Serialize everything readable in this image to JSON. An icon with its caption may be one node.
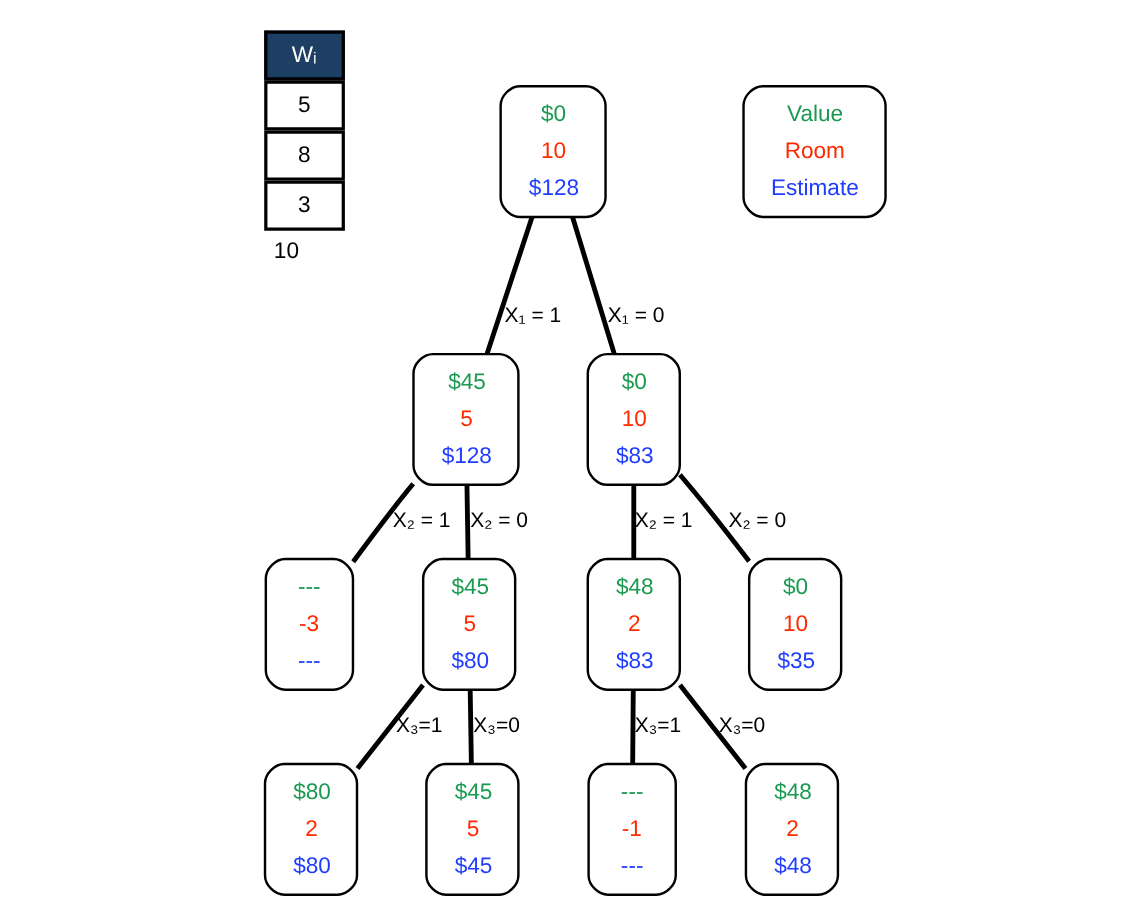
{
  "diagram": {
    "nodes": [
      {
        "text": [
          "$0",
          "10",
          "$128"
        ]
      },
      {
        "text": [
          "$45",
          "5",
          "$128"
        ]
      },
      {
        "text": [
          "$0",
          "10",
          "$83"
        ]
      },
      {
        "text": [
          "---",
          "-3",
          "---"
        ]
      },
      {
        "text": [
          "$45",
          "5",
          "$80"
        ]
      },
      {
        "text": [
          "$48",
          "2",
          "$83"
        ]
      },
      {
        "text": [
          "$0",
          "10",
          "$35"
        ]
      },
      {
        "text": [
          "$80",
          "2",
          "$80"
        ]
      },
      {
        "text": [
          "$45",
          "5",
          "$45"
        ]
      },
      {
        "text": [
          "---",
          "-1",
          "---"
        ]
      },
      {
        "text": [
          "$48",
          "2",
          "$48"
        ]
      },
      {
        "text": [
          "Value",
          "Room",
          "Estimate"
        ]
      }
    ],
    "edges": [
      {
        "from": 0,
        "to": 1,
        "arrow": "none",
        "label": "X₁ = 1"
      },
      {
        "from": 0,
        "to": 2,
        "arrow": "none",
        "label": "X₁ = 0"
      },
      {
        "from": 1,
        "to": 3,
        "arrow": "none",
        "label": "X₂ = 1"
      },
      {
        "from": 1,
        "to": 4,
        "arrow": "none",
        "label": "X₂ = 0"
      },
      {
        "from": 2,
        "to": 5,
        "arrow": "none",
        "label": "X₂ = 1"
      },
      {
        "from": 2,
        "to": 6,
        "arrow": "none",
        "label": "X₂ = 0"
      },
      {
        "from": 4,
        "to": 7,
        "arrow": "none",
        "label": "X₃=1"
      },
      {
        "from": 4,
        "to": 8,
        "arrow": "none",
        "label": "X₃=0"
      },
      {
        "from": 5,
        "to": 9,
        "arrow": "none",
        "label": "X₃=1"
      },
      {
        "from": 5,
        "to": 10,
        "arrow": "none",
        "label": "X₃=0"
      }
    ],
    "labels": [
      "Wᵢ",
      "5",
      "8",
      "3",
      "10"
    ]
  }
}
